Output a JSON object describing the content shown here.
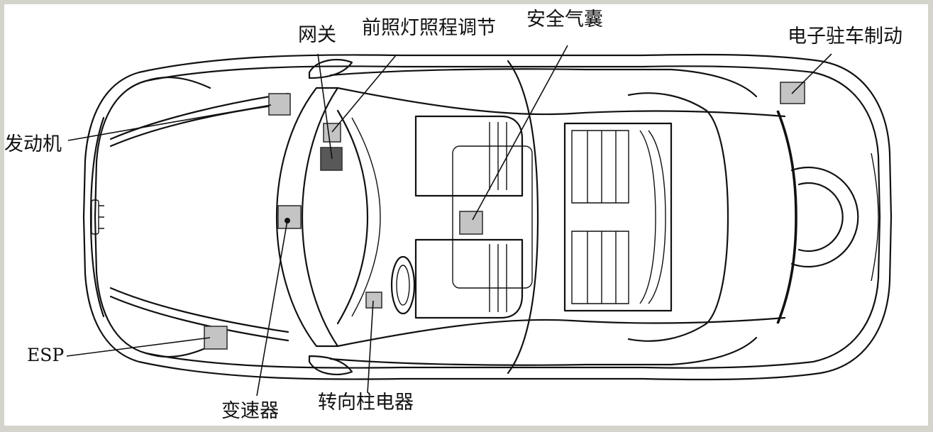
{
  "colors": {
    "background": "#d4d4cc",
    "panel": "#ffffff",
    "outline": "#111111",
    "module_fill": "#c4c4c4",
    "gateway_fill": "#585858"
  },
  "labels": {
    "engine": "发动机",
    "gateway": "网关",
    "headlight_range": "前照灯照程调节",
    "airbag": "安全气囊",
    "epb": "电子驻车制动",
    "esp": "ESP",
    "transmission": "变速器",
    "steering_column": "转向柱电器"
  }
}
